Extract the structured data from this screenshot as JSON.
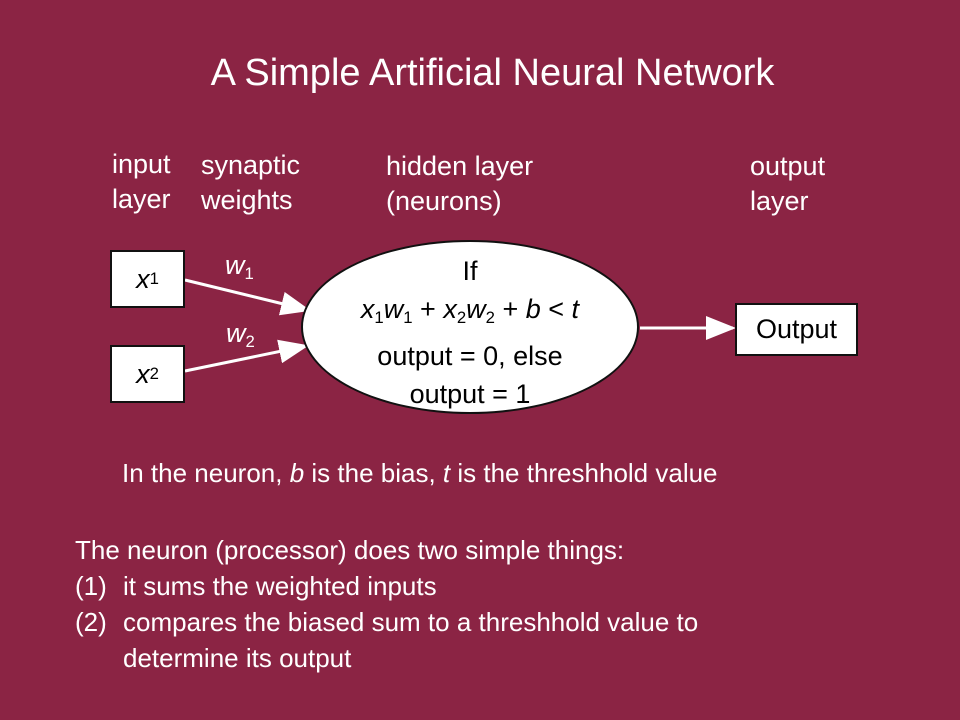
{
  "title": "A Simple Artificial Neural Network",
  "labels": {
    "input_layer": [
      "input",
      "layer"
    ],
    "synaptic_weights": [
      "synaptic",
      "weights"
    ],
    "hidden_layer": [
      "hidden layer",
      "(neurons)"
    ],
    "output_layer": [
      "output",
      "layer"
    ]
  },
  "inputs": [
    {
      "var": "x",
      "sub": "1"
    },
    {
      "var": "x",
      "sub": "2"
    }
  ],
  "weights": [
    {
      "var": "w",
      "sub": "1"
    },
    {
      "var": "w",
      "sub": "2"
    }
  ],
  "neuron": {
    "line1": "If",
    "condition_parts": [
      "x",
      "1",
      "w",
      "1",
      " + ",
      "x",
      "2",
      "w",
      "2",
      " + ",
      "b",
      " < ",
      "t"
    ],
    "line3": "output = 0, else",
    "line4": "output = 1"
  },
  "output_box": "Output",
  "bias_note": {
    "prefix": "In the neuron, ",
    "b": "b",
    "middle": " is the bias, ",
    "t": "t",
    "suffix": " is the threshhold value"
  },
  "description": {
    "intro": "The neuron (processor) does two simple things:",
    "items": [
      {
        "num": "(1)",
        "lines": [
          "it sums the weighted inputs"
        ]
      },
      {
        "num": "(2)",
        "lines": [
          "compares the biased sum to a threshhold value to",
          "determine its output"
        ]
      }
    ]
  },
  "colors": {
    "background": "#8b2444",
    "text": "#ffffff",
    "box_fill": "#ffffff",
    "box_text": "#000000"
  }
}
